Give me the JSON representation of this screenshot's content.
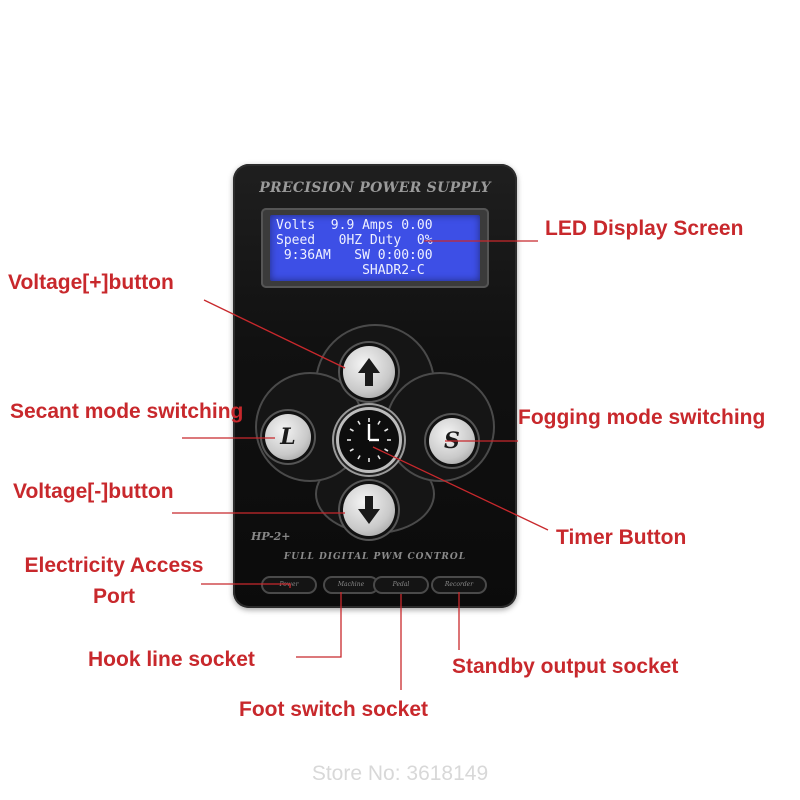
{
  "device": {
    "brand": "Precision Power Supply",
    "lcd_lines": [
      "Volts  9.9 Amps 0.00",
      "Speed   0HZ Duty  0%",
      " 9:36AM   SW 0:00:00",
      "           SHADR2-C"
    ],
    "model": "HP-2+",
    "subtitle": "Full Digital PWM Control",
    "sockets": [
      "Power",
      "Machine",
      "Pedal",
      "Recorder"
    ],
    "buttons": {
      "left": "L",
      "right": "S"
    }
  },
  "labels": {
    "led_display": "LED Display Screen",
    "voltage_plus": "Voltage[+]button",
    "secant_mode": "Secant mode switching",
    "fogging_mode": "Fogging mode switching",
    "voltage_minus": "Voltage[-]button",
    "timer_button": "Timer Button",
    "electricity_port_line1": "Electricity Access",
    "electricity_port_line2": "Port",
    "hook_line_socket": "Hook line socket",
    "standby_output_socket": "Standby output socket",
    "foot_switch_socket": "Foot switch socket"
  },
  "watermark": "Store No: 3618149",
  "colors": {
    "label_red": "#c8282c",
    "lcd_blue": "#3d4fe6",
    "device_black": "#111111"
  }
}
